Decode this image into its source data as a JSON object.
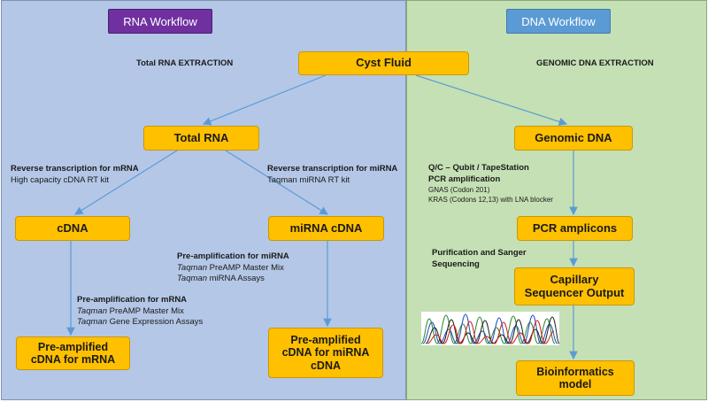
{
  "headers": {
    "rna": "RNA Workflow",
    "dna": "DNA Workflow"
  },
  "labels": {
    "total_rna_extraction": "Total RNA EXTRACTION",
    "genomic_dna_extraction": "GENOMIC DNA EXTRACTION"
  },
  "boxes": {
    "cyst_fluid": "Cyst Fluid",
    "total_rna": "Total RNA",
    "genomic_dna": "Genomic DNA",
    "cdna": "cDNA",
    "mirna_cdna": "miRNA cDNA",
    "pcr_amplicons": "PCR amplicons",
    "capillary_line1": "Capillary",
    "capillary_line2": "Sequencer Output",
    "preamp_mrna_line1": "Pre-amplified",
    "preamp_mrna_line2": "cDNA for mRNA",
    "preamp_mirna_line1": "Pre-amplified",
    "preamp_mirna_line2": "cDNA for miRNA",
    "preamp_mirna_line3": "cDNA",
    "bioinfo_line1": "Bioinformatics",
    "bioinfo_line2": "model"
  },
  "notes": {
    "rt_mrna_title": "Reverse transcription for mRNA",
    "rt_mrna_kit": "High capacity cDNA RT kit",
    "rt_mirna_title": "Reverse transcription for miRNA",
    "rt_mirna_kit": "Taqman miRNA RT kit",
    "preamp_mirna_title": "Pre-amplification for miRNA",
    "taqman": "Taqman",
    "preamp_master_mix": " PreAMP Master Mix",
    "mirna_assays": " miRNA Assays",
    "preamp_mrna_title": "Pre-amplification for mRNA",
    "gene_expression_assays": " Gene Expression Assays",
    "qc": "Q/C – Qubit / TapeStation",
    "pcr_amp": "PCR amplification",
    "gnas": "GNAS (Codon 201)",
    "kras": "KRAS (Codons 12,13) with LNA blocker",
    "purification_line1": "Purification and  Sanger",
    "purification_line2": "Sequencing"
  },
  "colors": {
    "rna_panel": "#b4c7e7",
    "dna_panel": "#c5e0b4",
    "box_fill": "#ffc000",
    "rna_header": "#7030a0",
    "dna_header": "#5b9bd5",
    "arrow": "#5b9bd5"
  },
  "icons": [
    "chromatogram-image"
  ]
}
